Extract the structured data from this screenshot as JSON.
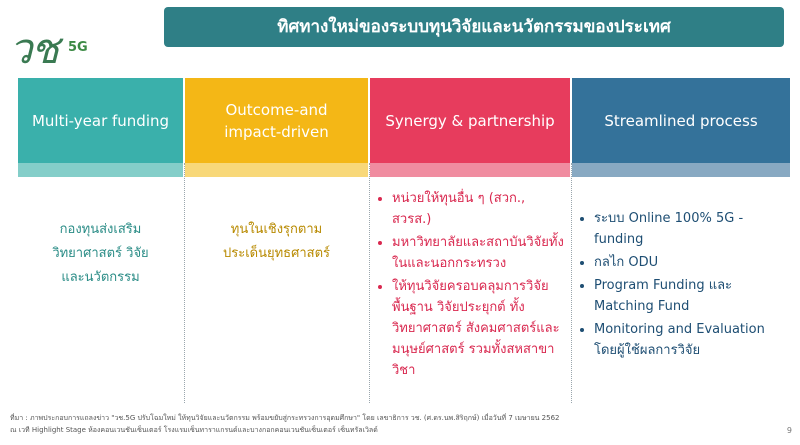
{
  "header": {
    "title": "ทิศทางใหม่ของระบบทุนวิจัยและนวัตกรรมของประเทศ",
    "logo_text": "วช",
    "logo_sub": "5G"
  },
  "columns": [
    {
      "heading": "Multi-year funding",
      "body": [
        "กองทุนส่งเสริม",
        "วิทยาศาสตร์ วิจัย",
        "และนวัตกรรม"
      ]
    },
    {
      "heading": "Outcome-and impact-driven",
      "body": [
        "ทุนในเชิงรุกตาม",
        "ประเด็นยุทธศาสตร์"
      ]
    },
    {
      "heading": "Synergy & partnership",
      "bullets": [
        "หน่วยให้ทุนอื่น ๆ (สวก., สวรส.)",
        "มหาวิทยาลัยและสถาบันวิจัยทั้งในและนอกกระทรวง",
        "ให้ทุนวิจัยครอบคลุมการวิจัยพื้นฐาน วิจัยประยุกต์ ทั้งวิทยาศาสตร์ สังคมศาสตร์และมนุษย์ศาสตร์ รวมทั้งสหสาขาวิชา"
      ]
    },
    {
      "heading": "Streamlined process",
      "bullets": [
        "ระบบ Online 100% 5G - funding",
        "กลไก ODU",
        "Program Funding และ Matching Fund",
        "Monitoring and Evaluation โดยผู้ใช้ผลการวิจัย"
      ]
    }
  ],
  "footnote": {
    "line1": "ที่มา : ภาพประกอบการแถลงข่าว \"วช.5G ปรับโฉมใหม่ ให้ทุนวิจัยและนวัตกรรม พร้อมขยับสู่กระทรวงการอุดมศึกษา\" โดย เลขาธิการ วช. (ศ.ดร.นพ.สิริฤกษ์) เมื่อวันที่ 7 เมษายน 2562",
    "line2": "ณ เวที Highlight Stage ห้องคอนเวนชันเซ็นเตอร์ โรงแรมเซ็นทาราแกรนด์และบางกอกคอนเวนชันเซ็นเตอร์ เซ็นทรัลเวิลด์"
  },
  "page_number": "9",
  "colors": {
    "header_band": "#2f7f86",
    "col1": "#3ab0ab",
    "col2": "#f4b716",
    "col3": "#e73c5d",
    "col4": "#34729a"
  }
}
